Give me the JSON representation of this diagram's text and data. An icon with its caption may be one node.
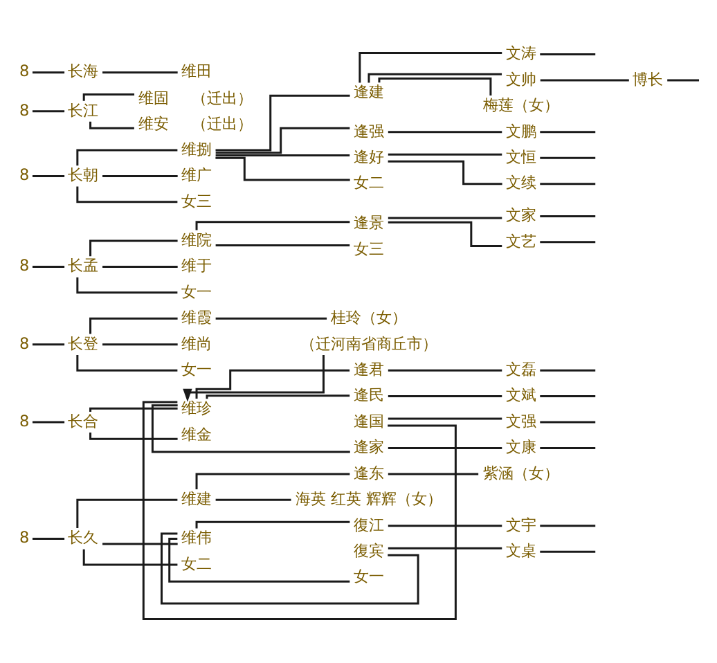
{
  "diagram": {
    "nodes": [
      {
        "text": [
          "8"
        ]
      },
      {
        "text": [
          "长海"
        ]
      },
      {
        "text": [
          "维田"
        ]
      },
      {
        "text": [
          "8"
        ]
      },
      {
        "text": [
          "长江"
        ]
      },
      {
        "text": [
          "维固"
        ],
        "beside": [
          "（迁出）"
        ]
      },
      {
        "text": [
          "维安"
        ],
        "beside": [
          "（迁出）"
        ]
      },
      {
        "text": [
          "文涛"
        ]
      },
      {
        "text": [
          "逢建"
        ]
      },
      {
        "text": [
          "文帅"
        ]
      },
      {
        "text": [
          "博长"
        ]
      },
      {
        "text": [
          "梅莲（女）"
        ]
      },
      {
        "text": [
          "维捌"
        ]
      },
      {
        "text": [
          "逢强"
        ]
      },
      {
        "text": [
          "文鹏"
        ]
      },
      {
        "text": [
          "逢好"
        ]
      },
      {
        "text": [
          "文恒"
        ]
      },
      {
        "text": [
          "女二"
        ]
      },
      {
        "text": [
          "文续"
        ]
      },
      {
        "text": [
          "8"
        ]
      },
      {
        "text": [
          "长朝"
        ]
      },
      {
        "text": [
          "维广"
        ]
      },
      {
        "text": [
          "女三"
        ]
      },
      {
        "text": [
          "逢景"
        ]
      },
      {
        "text": [
          "文家"
        ]
      },
      {
        "text": [
          "维院"
        ]
      },
      {
        "text": [
          "女三"
        ]
      },
      {
        "text": [
          "文艺"
        ]
      },
      {
        "text": [
          "8"
        ]
      },
      {
        "text": [
          "长孟"
        ]
      },
      {
        "text": [
          "维于"
        ]
      },
      {
        "text": [
          "女一"
        ]
      },
      {
        "text": [
          "（迁河南省商丘市）"
        ]
      },
      {
        "text": [
          "维霞"
        ]
      },
      {
        "text": [
          "桂玲（女）"
        ]
      },
      {
        "text": [
          "8"
        ]
      },
      {
        "text": [
          "长登"
        ]
      },
      {
        "text": [
          "维尚"
        ]
      },
      {
        "text": [
          "逢君"
        ]
      },
      {
        "text": [
          "文磊"
        ]
      },
      {
        "text": [
          "女一"
        ]
      },
      {
        "text": [
          "逢民"
        ]
      },
      {
        "text": [
          "文斌"
        ]
      },
      {
        "text": [
          "8"
        ]
      },
      {
        "text": [
          "长合"
        ]
      },
      {
        "text": [
          "维珍"
        ]
      },
      {
        "text": [
          "逢国"
        ]
      },
      {
        "text": [
          "文强"
        ]
      },
      {
        "text": [
          "维金"
        ]
      },
      {
        "text": [
          "逢家"
        ]
      },
      {
        "text": [
          "文康"
        ]
      },
      {
        "text": [
          "8"
        ]
      },
      {
        "text": [
          "长久"
        ]
      },
      {
        "text": [
          "维建"
        ]
      },
      {
        "text": [
          "逢东"
        ]
      },
      {
        "text": [
          "紫涵（女）"
        ]
      },
      {
        "text": [
          "海英 红英 辉辉（女）"
        ]
      },
      {
        "text": [
          "復江"
        ]
      },
      {
        "text": [
          "文宇"
        ]
      },
      {
        "text": [
          "维伟"
        ]
      },
      {
        "text": [
          "復宾"
        ]
      },
      {
        "text": [
          "文桌"
        ]
      },
      {
        "text": [
          "女二"
        ]
      },
      {
        "text": [
          "女一"
        ]
      }
    ],
    "edges": [
      {
        "from": 0,
        "to": 1,
        "arrow": "none"
      },
      {
        "from": 1,
        "to": 2,
        "arrow": "none"
      },
      {
        "from": 3,
        "to": 4,
        "arrow": "none"
      },
      {
        "from": 4,
        "to": 5,
        "arrow": "none"
      },
      {
        "from": 4,
        "to": 6,
        "arrow": "none"
      },
      {
        "from": 19,
        "to": 20,
        "arrow": "none"
      },
      {
        "from": 20,
        "to": 12,
        "arrow": "none"
      },
      {
        "from": 20,
        "to": 21,
        "arrow": "none"
      },
      {
        "from": 20,
        "to": 22,
        "arrow": "none"
      },
      {
        "from": 12,
        "to": 8,
        "arrow": "none"
      },
      {
        "from": 12,
        "to": 13,
        "arrow": "none"
      },
      {
        "from": 12,
        "to": 15,
        "arrow": "none"
      },
      {
        "from": 12,
        "to": 17,
        "arrow": "none"
      },
      {
        "from": 8,
        "to": 7,
        "arrow": "none"
      },
      {
        "from": 8,
        "to": 9,
        "arrow": "none"
      },
      {
        "from": 8,
        "to": 11,
        "arrow": "none"
      },
      {
        "from": 7,
        "to": null,
        "arrow": "none"
      },
      {
        "from": 9,
        "to": 10,
        "arrow": "none"
      },
      {
        "from": 10,
        "to": null,
        "arrow": "none"
      },
      {
        "from": 13,
        "to": 14,
        "arrow": "none"
      },
      {
        "from": 14,
        "to": null,
        "arrow": "none"
      },
      {
        "from": 15,
        "to": 16,
        "arrow": "none"
      },
      {
        "from": 15,
        "to": 18,
        "arrow": "none"
      },
      {
        "from": 16,
        "to": null,
        "arrow": "none"
      },
      {
        "from": 18,
        "to": null,
        "arrow": "none"
      },
      {
        "from": 28,
        "to": 29,
        "arrow": "none"
      },
      {
        "from": 29,
        "to": 25,
        "arrow": "none"
      },
      {
        "from": 29,
        "to": 30,
        "arrow": "none"
      },
      {
        "from": 29,
        "to": 31,
        "arrow": "none"
      },
      {
        "from": 25,
        "to": 23,
        "arrow": "none"
      },
      {
        "from": 25,
        "to": 26,
        "arrow": "none"
      },
      {
        "from": 23,
        "to": 24,
        "arrow": "none"
      },
      {
        "from": 23,
        "to": 27,
        "arrow": "none"
      },
      {
        "from": 24,
        "to": null,
        "arrow": "none"
      },
      {
        "from": 27,
        "to": null,
        "arrow": "none"
      },
      {
        "from": 35,
        "to": 36,
        "arrow": "none"
      },
      {
        "from": 36,
        "to": 33,
        "arrow": "none"
      },
      {
        "from": 36,
        "to": 37,
        "arrow": "none"
      },
      {
        "from": 36,
        "to": 40,
        "arrow": "none"
      },
      {
        "from": 33,
        "to": 34,
        "arrow": "none"
      },
      {
        "from": 32,
        "to": 45,
        "arrow": "to"
      },
      {
        "from": 43,
        "to": 44,
        "arrow": "none"
      },
      {
        "from": 44,
        "to": 45,
        "arrow": "none"
      },
      {
        "from": 44,
        "to": 48,
        "arrow": "none"
      },
      {
        "from": 45,
        "to": 38,
        "arrow": "none"
      },
      {
        "from": 45,
        "to": 41,
        "arrow": "none"
      },
      {
        "from": 45,
        "to": 46,
        "arrow": "none"
      },
      {
        "from": 45,
        "to": 49,
        "arrow": "none"
      },
      {
        "from": 38,
        "to": 39,
        "arrow": "none"
      },
      {
        "from": 41,
        "to": 42,
        "arrow": "none"
      },
      {
        "from": 46,
        "to": 47,
        "arrow": "none"
      },
      {
        "from": 49,
        "to": 50,
        "arrow": "none"
      },
      {
        "from": 39,
        "to": null,
        "arrow": "none"
      },
      {
        "from": 42,
        "to": null,
        "arrow": "none"
      },
      {
        "from": 47,
        "to": null,
        "arrow": "none"
      },
      {
        "from": 50,
        "to": null,
        "arrow": "none"
      },
      {
        "from": 51,
        "to": 52,
        "arrow": "none"
      },
      {
        "from": 52,
        "to": 53,
        "arrow": "none"
      },
      {
        "from": 52,
        "to": 59,
        "arrow": "none"
      },
      {
        "from": 52,
        "to": 62,
        "arrow": "none"
      },
      {
        "from": 53,
        "to": 54,
        "arrow": "none"
      },
      {
        "from": 53,
        "to": 56,
        "arrow": "none"
      },
      {
        "from": 54,
        "to": 55,
        "arrow": "none"
      },
      {
        "from": 59,
        "to": 57,
        "arrow": "none"
      },
      {
        "from": 59,
        "to": 60,
        "arrow": "none"
      },
      {
        "from": 59,
        "to": 63,
        "arrow": "none"
      },
      {
        "from": 57,
        "to": 58,
        "arrow": "none"
      },
      {
        "from": 60,
        "to": 61,
        "arrow": "none"
      },
      {
        "from": 58,
        "to": null,
        "arrow": "none"
      },
      {
        "from": 61,
        "to": null,
        "arrow": "none"
      }
    ]
  }
}
